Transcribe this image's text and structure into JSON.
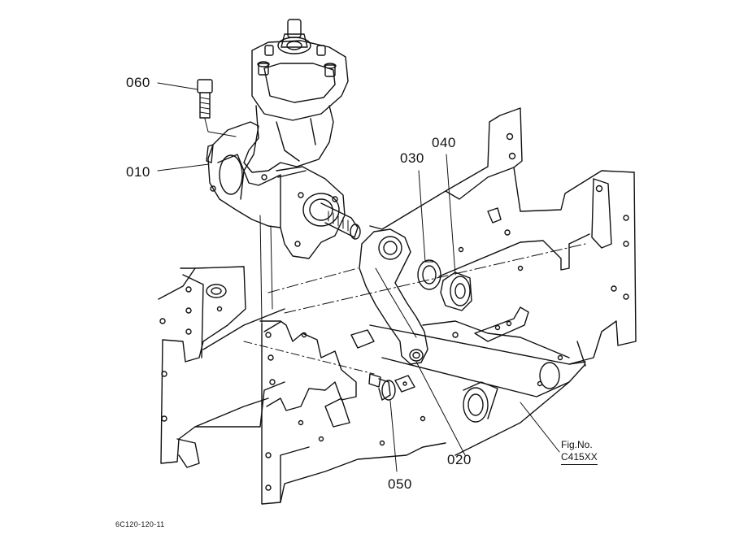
{
  "callouts": {
    "p010": "010",
    "p020": "020",
    "p030": "030",
    "p040": "040",
    "p050": "050",
    "p060": "060"
  },
  "figure": {
    "label": "Fig.No.",
    "code": "C415XX"
  },
  "drawing_number": "6C120-120-11",
  "colors": {
    "line": "#111111",
    "background": "#ffffff"
  }
}
